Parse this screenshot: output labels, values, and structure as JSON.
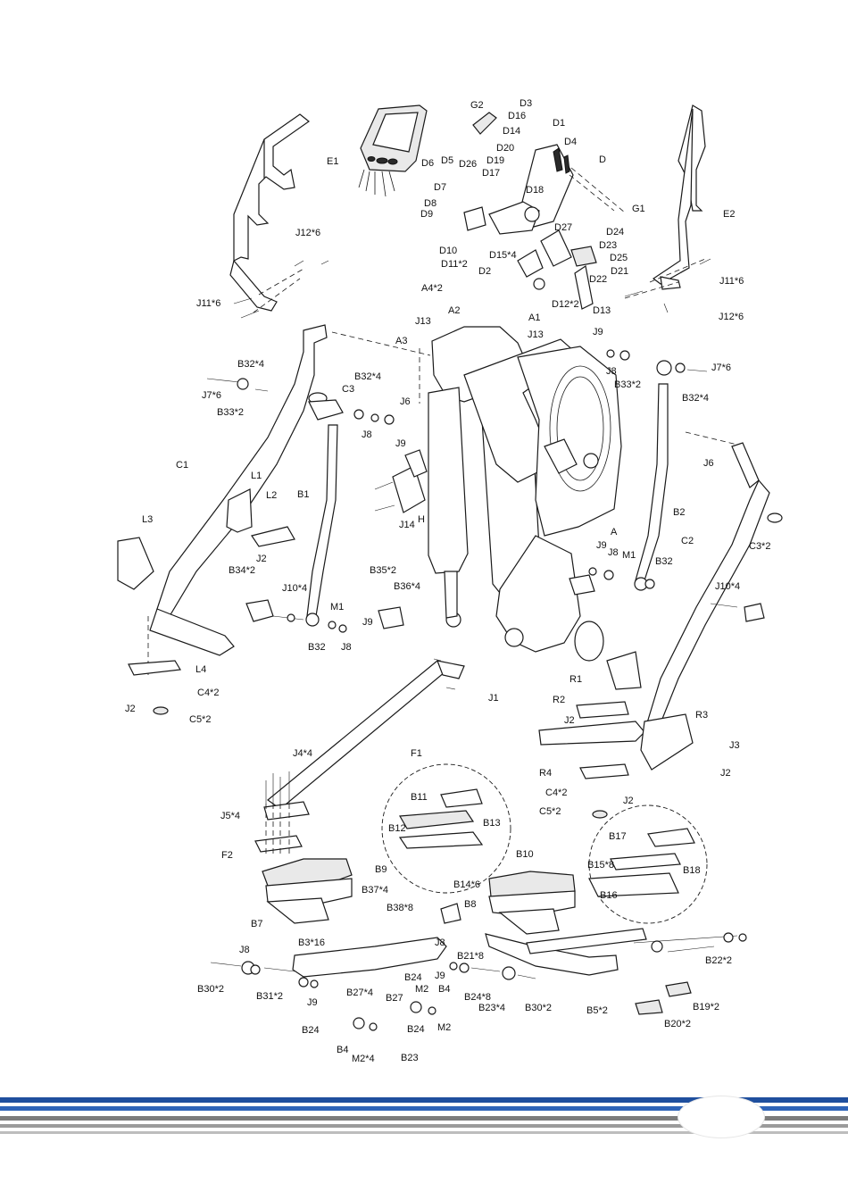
{
  "diagram": {
    "labels": {
      "G2": "G2",
      "D3": "D3",
      "D16": "D16",
      "D1": "D1",
      "D14": "D14",
      "D4": "D4",
      "D20": "D20",
      "D": "D",
      "D19": "D19",
      "D26": "D26",
      "D5": "D5",
      "D6": "D6",
      "D17": "D17",
      "D18": "D18",
      "D7": "D7",
      "D8": "D8",
      "D9": "D9",
      "G1": "G1",
      "D24": "D24",
      "D27": "D27",
      "D23": "D23",
      "D10": "D10",
      "D25": "D25",
      "D11": "D11*2",
      "D15": "D15*4",
      "D21": "D21",
      "D2": "D2",
      "D22": "D22",
      "D12": "D12*2",
      "D13": "D13",
      "E1": "E1",
      "E2": "E2",
      "J12L": "J12*6",
      "J11L": "J11*6",
      "J11R": "J11*6",
      "J12R": "J12*6",
      "A4": "A4*2",
      "A2": "A2",
      "A1": "A1",
      "J13a": "J13",
      "J13b": "J13",
      "A3": "A3",
      "J9a": "J9",
      "J8a": "J8",
      "B33a": "B33*2",
      "J7a": "J7*6",
      "B32a": "B32*4",
      "B32b": "B32*4",
      "B32c": "B32*4",
      "J7b": "J7*6",
      "B33b": "B33*2",
      "C3": "C3",
      "J6a": "J6",
      "J8b": "J8",
      "J9b": "J9",
      "C1": "C1",
      "B1": "B1",
      "L1": "L1",
      "L2": "L2",
      "J2a": "J2",
      "L3": "L3",
      "H": "H",
      "J14": "J14",
      "J6b": "J6",
      "A": "A",
      "B2": "B2",
      "C2": "C2",
      "C3b": "C3*2",
      "J9c": "J9",
      "J8c": "J8",
      "M1a": "M1",
      "B32d": "B32",
      "B34": "B34*2",
      "B35": "B35*2",
      "B36": "B36*4",
      "J10a": "J10*4",
      "J10b": "J10*4",
      "M1b": "M1",
      "J9d": "J9",
      "B32e": "B32",
      "J8d": "J8",
      "L4": "L4",
      "J2b": "J2",
      "C4a": "C4*2",
      "C5a": "C5*2",
      "J1": "J1",
      "R1": "R1",
      "R2": "R2",
      "J2c": "J2",
      "R3": "R3",
      "J3": "J3",
      "J2d": "J2",
      "R4": "R4",
      "J2e": "J2",
      "C4b": "C4*2",
      "C5b": "C5*2",
      "F1": "F1",
      "J4": "J4*4",
      "J5": "J5*4",
      "F2": "F2",
      "B11": "B11",
      "B13": "B13",
      "B12": "B12",
      "B9": "B9",
      "B14": "B14*6",
      "B17": "B17",
      "B10": "B10",
      "B15": "B15*8",
      "B18": "B18",
      "B16": "B16",
      "B37": "B37*4",
      "B7": "B7",
      "B38": "B38*8",
      "B8": "B8",
      "J8e": "J8",
      "B3": "B3*16",
      "J8f": "J8",
      "B21": "B21*8",
      "J9e": "J9",
      "B22": "B22*2",
      "B30a": "B30*2",
      "B31": "B31*2",
      "J9f": "J9",
      "B24a": "B24",
      "B27a": "B27",
      "M2a": "M2",
      "B4a": "B4",
      "B24b": "B24*8",
      "B23a": "B23*4",
      "B30b": "B30*2",
      "B5": "B5*2",
      "B19": "B19*2",
      "B27b": "B27*4",
      "B24c": "B24",
      "B4b": "B4",
      "M2b": "M2*4",
      "B24d": "B24",
      "M2c": "M2",
      "B23b": "B23",
      "B20": "B20*2"
    }
  },
  "footer": {
    "stripe_colors": [
      "#1f4f9e",
      "#2f64b8",
      "#7c7c7c",
      "#9b9b9b",
      "#bdbdbd"
    ]
  }
}
